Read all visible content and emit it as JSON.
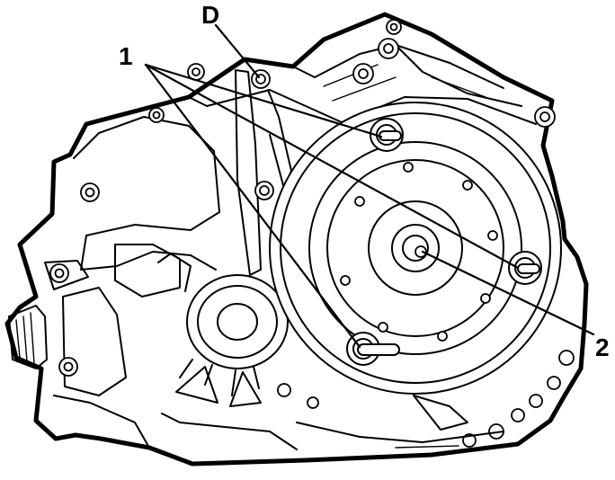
{
  "callouts": {
    "label_1": "1",
    "label_2": "2",
    "label_d": "D"
  },
  "colors": {
    "line": "#000000",
    "background": "#ffffff"
  }
}
